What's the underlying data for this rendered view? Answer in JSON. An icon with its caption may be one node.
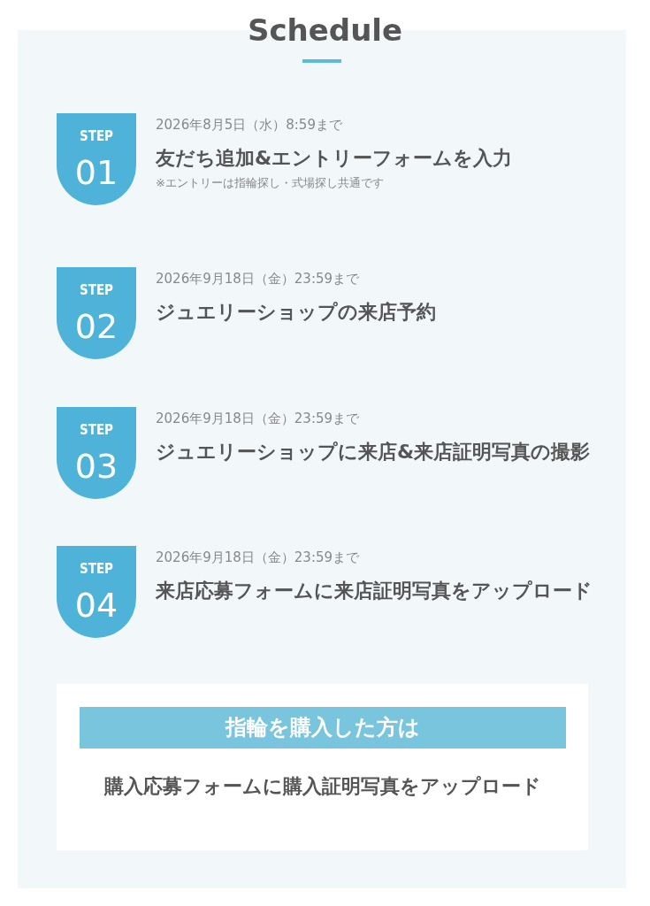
{
  "diagram": {
    "title": "Schedule",
    "nodes": [
      {
        "text": [
          "STEP",
          "01"
        ],
        "beside": [
          "2026年8月5日（水）8:59まで",
          "友だち追加&エントリーフォームを入力",
          "※エントリーは指輪探し・式場探し共通です"
        ]
      },
      {
        "text": [
          "STEP",
          "02"
        ],
        "beside": [
          "2026年9月18日（金）23:59まで",
          "ジュエリーショップの来店予約"
        ]
      },
      {
        "text": [
          "STEP",
          "03"
        ],
        "beside": [
          "2026年9月18日（金）23:59まで",
          "ジュエリーショップに来店&来店証明写真の撮影"
        ]
      },
      {
        "text": [
          "STEP",
          "04"
        ],
        "beside": [
          "2026年9月18日（金）23:59まで",
          "来店応募フォームに来店証明写真をアップロード"
        ]
      },
      {
        "text": [
          "購入応募フォームに購入証明写真をアップロード"
        ]
      },
      {
        "text": [
          "指輪を購入した方は"
        ],
        "in": 4
      }
    ],
    "edges": []
  }
}
